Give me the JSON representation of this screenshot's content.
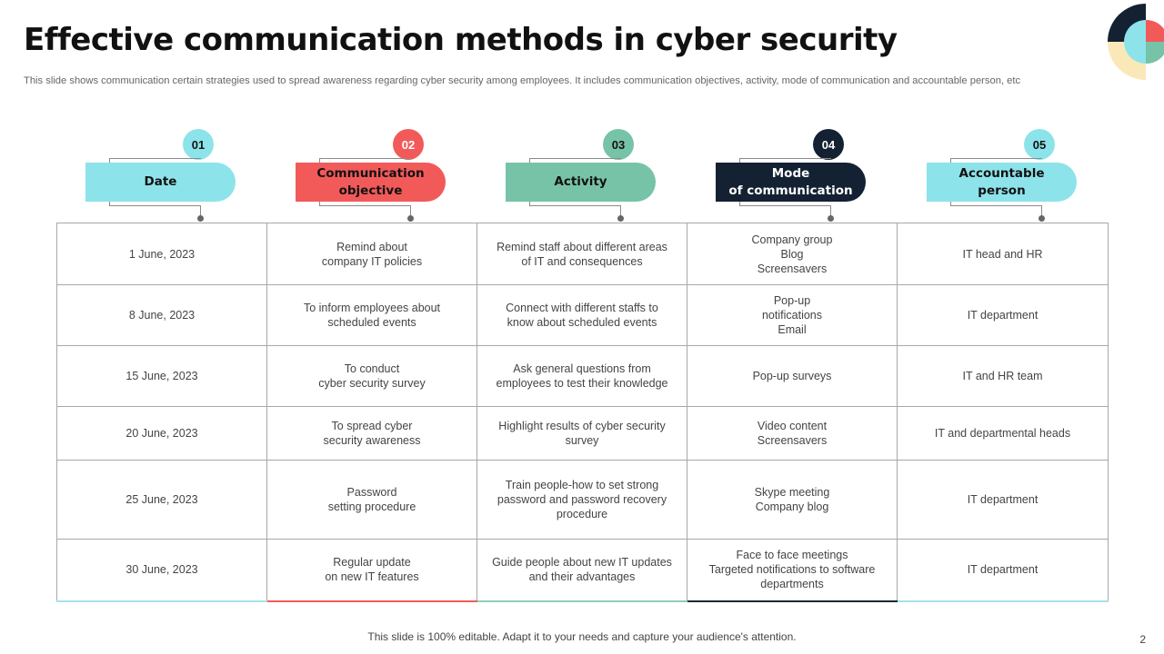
{
  "title": "Effective communication methods in cyber security",
  "subtitle": "This slide shows communication certain strategies used to spread awareness regarding cyber security among employees. It includes communication objectives, activity,  mode of communication and accountable person, etc",
  "colors": {
    "cyan": "#8de3ea",
    "red": "#f25a5a",
    "green": "#77c3a8",
    "navy": "#142132",
    "cream": "#fbe8b8"
  },
  "columns": [
    {
      "number": "01",
      "label": "Date",
      "color": "#8de3ea",
      "text_color": "#111111",
      "num_color": "#111111"
    },
    {
      "number": "02",
      "label": "Communication\nobjective",
      "color": "#f25a5a",
      "text_color": "#111111",
      "num_color": "#ffffff"
    },
    {
      "number": "03",
      "label": "Activity",
      "color": "#77c3a8",
      "text_color": "#111111",
      "num_color": "#111111"
    },
    {
      "number": "04",
      "label": "Mode\nof communication",
      "color": "#142132",
      "text_color": "#ffffff",
      "num_color": "#ffffff"
    },
    {
      "number": "05",
      "label": "Accountable\nperson",
      "color": "#8de3ea",
      "text_color": "#111111",
      "num_color": "#111111"
    }
  ],
  "rows": [
    [
      "1 June, 2023",
      "Remind about\ncompany IT policies",
      "Remind staff about different areas\nof IT and consequences",
      "Company group\nBlog\nScreensavers",
      "IT head and HR"
    ],
    [
      "8 June, 2023",
      "To inform employees about\nscheduled events",
      "Connect with different  staffs to\nknow about scheduled events",
      "Pop-up\nnotifications\nEmail",
      "IT department"
    ],
    [
      "15 June, 2023",
      "To conduct\ncyber security survey",
      "Ask general  questions from\nemployees to test their knowledge",
      "Pop-up surveys",
      "IT and HR team"
    ],
    [
      "20 June, 2023",
      "To spread cyber\nsecurity awareness",
      "Highlight results of cyber security\nsurvey",
      "Video content\nScreensavers",
      "IT and departmental heads"
    ],
    [
      "25 June, 2023",
      "Password\nsetting procedure",
      "Train  people-how  to set strong\npassword and password recovery\nprocedure",
      "Skype meeting\nCompany blog",
      "IT department"
    ],
    [
      "30 June, 2023",
      "Regular update\non new IT features",
      "Guide people about new IT updates\nand their advantages",
      "Face to face meetings\nTargeted  notifications to software\ndepartments",
      "IT department"
    ]
  ],
  "footer": "This slide is 100% editable. Adapt it to your needs and capture your audience's attention.",
  "page_number": "2"
}
